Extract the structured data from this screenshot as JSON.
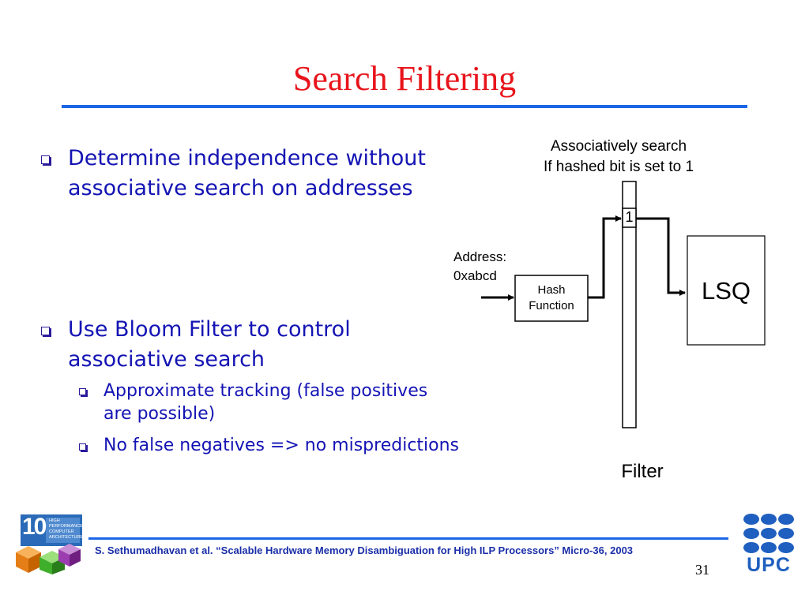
{
  "slide": {
    "title": "Search Filtering",
    "bullets": [
      {
        "text_line1": "Determine independence without",
        "text_line2": "associative search on addresses"
      },
      {
        "text_line1": "Use Bloom Filter to control",
        "text_line2": "associative search",
        "sub_bullets": [
          {
            "text_line1": "Approximate tracking (false positives",
            "text_line2": "are possible)"
          },
          {
            "text_line1": "No false negatives => no mispredictions"
          }
        ]
      }
    ]
  },
  "diagram": {
    "caption_line1": "Associatively search",
    "caption_line2": "If hashed bit is set to 1",
    "address_label": "Address:",
    "address_value": "0xabcd",
    "hash_line1": "Hash",
    "hash_line2": "Function",
    "bit_value": "1",
    "lsq_label": "LSQ",
    "filter_label": "Filter"
  },
  "footer": {
    "logo_number": "10",
    "logo_line1": "HIGH",
    "logo_line2": "PERFORMANCE",
    "logo_line3": "COMPUTER",
    "logo_line4": "ARCHITECTURE",
    "citation": "S. Sethumadhavan et al. “Scalable Hardware Memory Disambiguation for High ILP Processors” Micro-36, 2003",
    "page_number": "31",
    "upc_label": "UPC"
  },
  "colors": {
    "title": "#e8141b",
    "rule": "#1a66e6",
    "bullet_text": "#1414b4",
    "citation": "#1a2ea8",
    "upc_blue": "#1f5fbf"
  }
}
